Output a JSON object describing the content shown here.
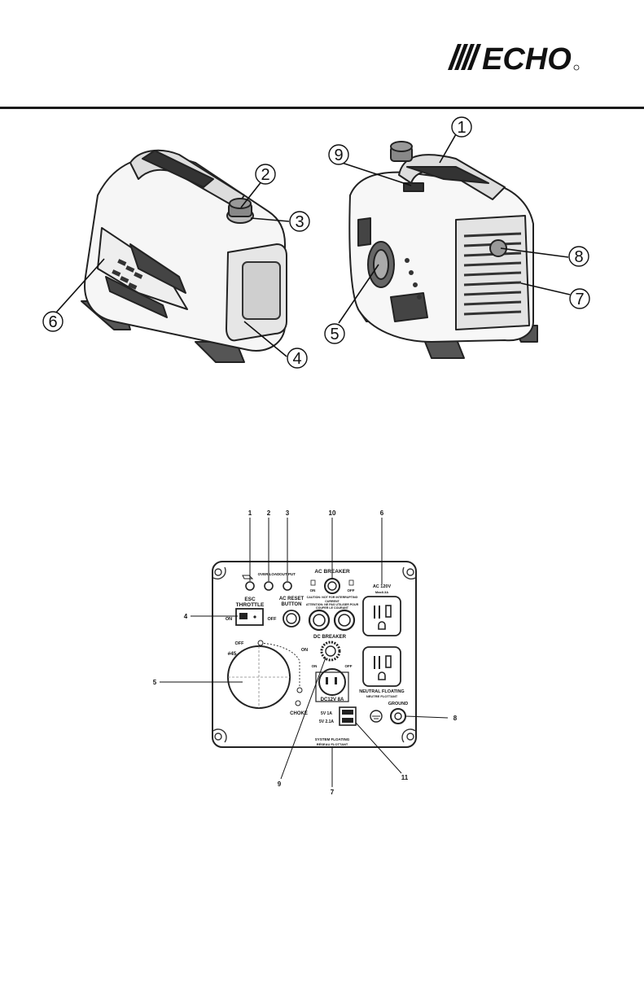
{
  "brand": {
    "name": "ECHO",
    "color": "#111111"
  },
  "figure1": {
    "callouts": [
      "1",
      "2",
      "3",
      "4",
      "5",
      "6",
      "7",
      "8",
      "9"
    ]
  },
  "figure2": {
    "callouts": [
      "1",
      "2",
      "3",
      "10",
      "6",
      "4",
      "5",
      "8",
      "9",
      "7",
      "11"
    ],
    "panel": {
      "oil_symbol": "",
      "over_load": "OVER LOAD",
      "out_put": "OUT PUT",
      "ac_breaker": "AC BREAKER",
      "ac_breaker_on": "ON",
      "ac_breaker_off": "OFF",
      "caution_line1": "CAUTION: NOT FOR INTERRUPTING",
      "caution_line2": "CURRENT",
      "caution_line3": "ATTENTION: NE PAS UTILISER POUR",
      "caution_line4": "COUPER LE COURANT",
      "ac_120v": "AC 120V",
      "ac_max": "Max8.3A",
      "esc_throttle_1": "ESC",
      "esc_throttle_2": "THROTTLE",
      "esc_on": "ON",
      "esc_off": "OFF",
      "ac_reset_1": "AC RESET",
      "ac_reset_2": "BUTTON",
      "dc_breaker": "DC BREAKER",
      "dc_on": "ON",
      "dc_off": "OFF",
      "dc_label": "DC12V 8A",
      "choke_off": "OFF",
      "choke_on": "ON",
      "choke": "CHOKE",
      "knob_mark": "#45",
      "neutral_floating": "NEUTRAL FLOATING",
      "neutre_flottant": "NEUTRE FLOTTANT",
      "ground": "GROUND",
      "usb_1": "5V 1A",
      "usb_2": "5V 2.1A",
      "system_floating": "SYSTEM FLOATING",
      "reseau_flottant": "RÉSEAU FLOTTANT"
    }
  }
}
